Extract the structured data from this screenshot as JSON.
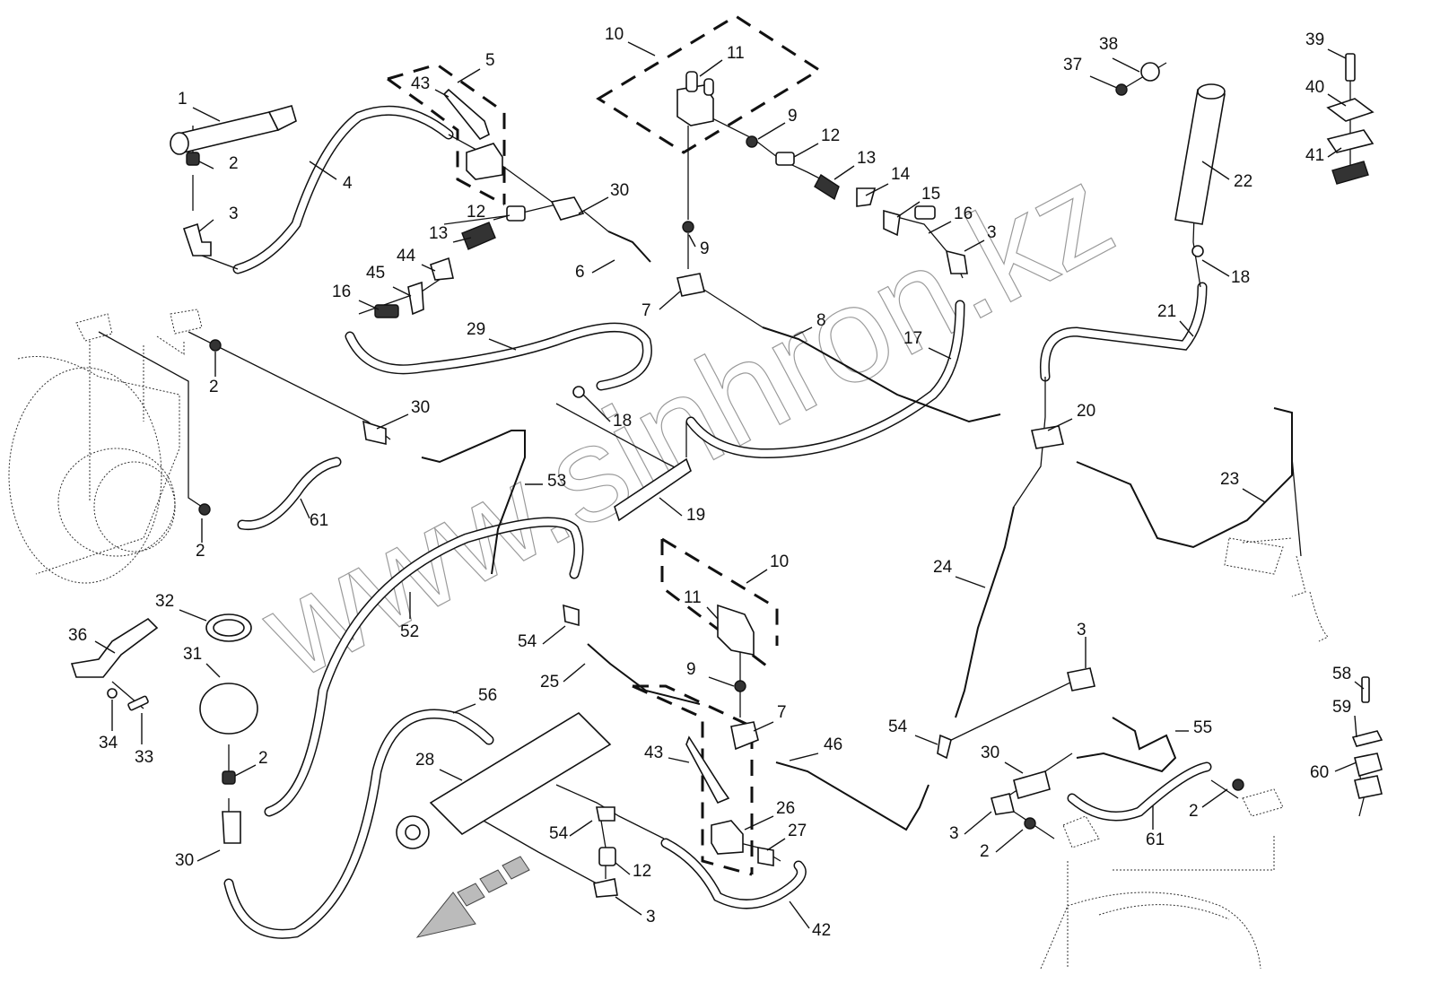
{
  "diagram": {
    "type": "exploded-parts-diagram",
    "subject": "hydraulic brake / accumulator pipework",
    "watermark": "www.sinhron.kz",
    "callouts": [
      {
        "id": "c1",
        "label": "1"
      },
      {
        "id": "c2a",
        "label": "2"
      },
      {
        "id": "c3a",
        "label": "3"
      },
      {
        "id": "c4",
        "label": "4"
      },
      {
        "id": "c5",
        "label": "5"
      },
      {
        "id": "c43a",
        "label": "43"
      },
      {
        "id": "c10a",
        "label": "10"
      },
      {
        "id": "c11a",
        "label": "11"
      },
      {
        "id": "c9a",
        "label": "9"
      },
      {
        "id": "c12a",
        "label": "12"
      },
      {
        "id": "c13a",
        "label": "13"
      },
      {
        "id": "c14",
        "label": "14"
      },
      {
        "id": "c15",
        "label": "15"
      },
      {
        "id": "c16a",
        "label": "16"
      },
      {
        "id": "c3b",
        "label": "3"
      },
      {
        "id": "c30a",
        "label": "30"
      },
      {
        "id": "c12b",
        "label": "12"
      },
      {
        "id": "c13b",
        "label": "13"
      },
      {
        "id": "c44",
        "label": "44"
      },
      {
        "id": "c45",
        "label": "45"
      },
      {
        "id": "c16b",
        "label": "16"
      },
      {
        "id": "c6",
        "label": "6"
      },
      {
        "id": "c9b",
        "label": "9"
      },
      {
        "id": "c7a",
        "label": "7"
      },
      {
        "id": "c8",
        "label": "8"
      },
      {
        "id": "c17",
        "label": "17"
      },
      {
        "id": "c29",
        "label": "29"
      },
      {
        "id": "c37",
        "label": "37"
      },
      {
        "id": "c38",
        "label": "38"
      },
      {
        "id": "c22",
        "label": "22"
      },
      {
        "id": "c18a",
        "label": "18"
      },
      {
        "id": "c21",
        "label": "21"
      },
      {
        "id": "c39",
        "label": "39"
      },
      {
        "id": "c40",
        "label": "40"
      },
      {
        "id": "c41",
        "label": "41"
      },
      {
        "id": "c2b",
        "label": "2"
      },
      {
        "id": "c30b",
        "label": "30"
      },
      {
        "id": "c18b",
        "label": "18"
      },
      {
        "id": "c20",
        "label": "20"
      },
      {
        "id": "c19",
        "label": "19"
      },
      {
        "id": "c53",
        "label": "53"
      },
      {
        "id": "c61a",
        "label": "61"
      },
      {
        "id": "c2c",
        "label": "2"
      },
      {
        "id": "c23",
        "label": "23"
      },
      {
        "id": "c24",
        "label": "24"
      },
      {
        "id": "c10b",
        "label": "10"
      },
      {
        "id": "c11b",
        "label": "11"
      },
      {
        "id": "c52",
        "label": "52"
      },
      {
        "id": "c32",
        "label": "32"
      },
      {
        "id": "c36",
        "label": "36"
      },
      {
        "id": "c31",
        "label": "31"
      },
      {
        "id": "c54a",
        "label": "54"
      },
      {
        "id": "c25",
        "label": "25"
      },
      {
        "id": "c9c",
        "label": "9"
      },
      {
        "id": "c34",
        "label": "34"
      },
      {
        "id": "c33",
        "label": "33"
      },
      {
        "id": "c56",
        "label": "56"
      },
      {
        "id": "c7b",
        "label": "7"
      },
      {
        "id": "c46",
        "label": "46"
      },
      {
        "id": "c2d",
        "label": "2"
      },
      {
        "id": "c28",
        "label": "28"
      },
      {
        "id": "c43b",
        "label": "43"
      },
      {
        "id": "c26",
        "label": "26"
      },
      {
        "id": "c27",
        "label": "27"
      },
      {
        "id": "c30c",
        "label": "30"
      },
      {
        "id": "c54b",
        "label": "54"
      },
      {
        "id": "c12c",
        "label": "12"
      },
      {
        "id": "c3c",
        "label": "3"
      },
      {
        "id": "c42",
        "label": "42"
      },
      {
        "id": "c3d",
        "label": "3"
      },
      {
        "id": "c54c",
        "label": "54"
      },
      {
        "id": "c55",
        "label": "55"
      },
      {
        "id": "c30d",
        "label": "30"
      },
      {
        "id": "c3e",
        "label": "3"
      },
      {
        "id": "c2e",
        "label": "2"
      },
      {
        "id": "c61b",
        "label": "61"
      },
      {
        "id": "c2f",
        "label": "2"
      },
      {
        "id": "c58",
        "label": "58"
      },
      {
        "id": "c59",
        "label": "59"
      },
      {
        "id": "c60",
        "label": "60"
      }
    ]
  }
}
